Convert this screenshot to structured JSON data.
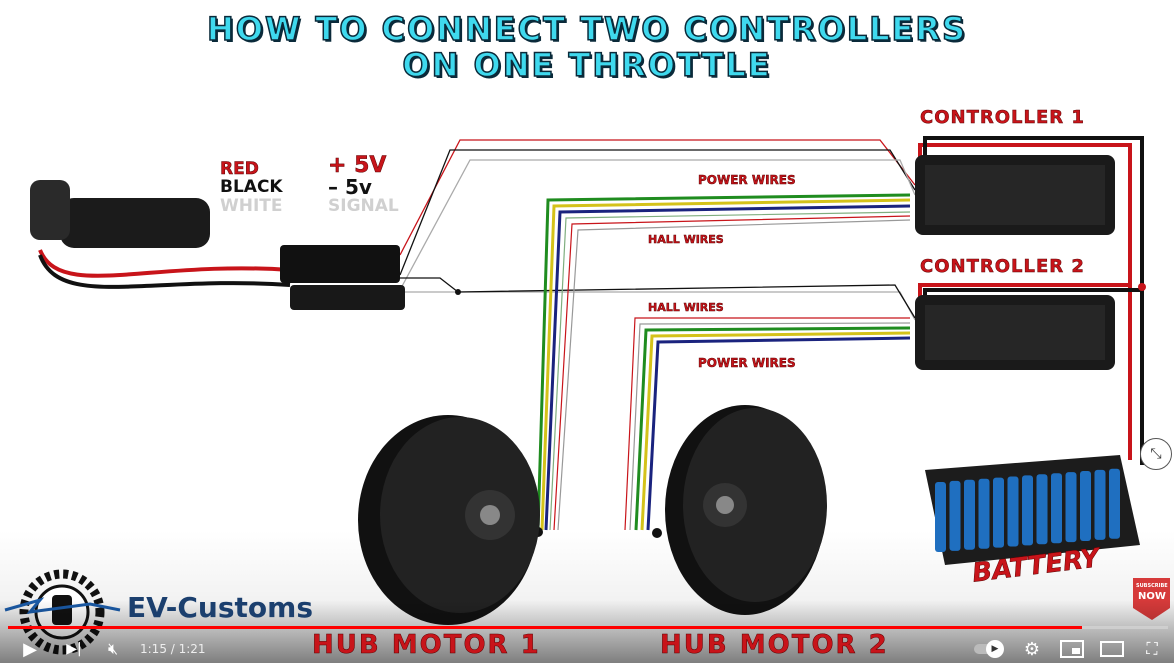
{
  "video": {
    "title_line1": "HOW TO CONNECT TWO CONTROLLERS",
    "title_line2": "ON ONE THROTTLE",
    "legend": [
      {
        "color_name": "RED",
        "meaning": "+ 5V",
        "color": "#c8141a"
      },
      {
        "color_name": "BLACK",
        "meaning": "– 5v",
        "color": "#111111"
      },
      {
        "color_name": "WHITE",
        "meaning": "SIGNAL",
        "color": "#d0d0d0"
      }
    ],
    "controller1_label": "CONTROLLER 1",
    "controller2_label": "CONTROLLER 2",
    "power_wires_1": "POWER WIRES",
    "hall_wires_1": "HALL WIRES",
    "hall_wires_2": "HALL WIRES",
    "power_wires_2": "POWER WIRES",
    "battery_label": "BATTERY",
    "hub_motor1_label": "HUB MOTOR 1",
    "hub_motor2_label": "HUB MOTOR 2",
    "brand": "EV-Customs",
    "subscribe_small": "SUBSCRIBE",
    "subscribe_big": "NOW"
  },
  "player": {
    "time_display": "1:15 / 1:21",
    "progress_fraction": 0.926,
    "accent": "#ff0000"
  }
}
